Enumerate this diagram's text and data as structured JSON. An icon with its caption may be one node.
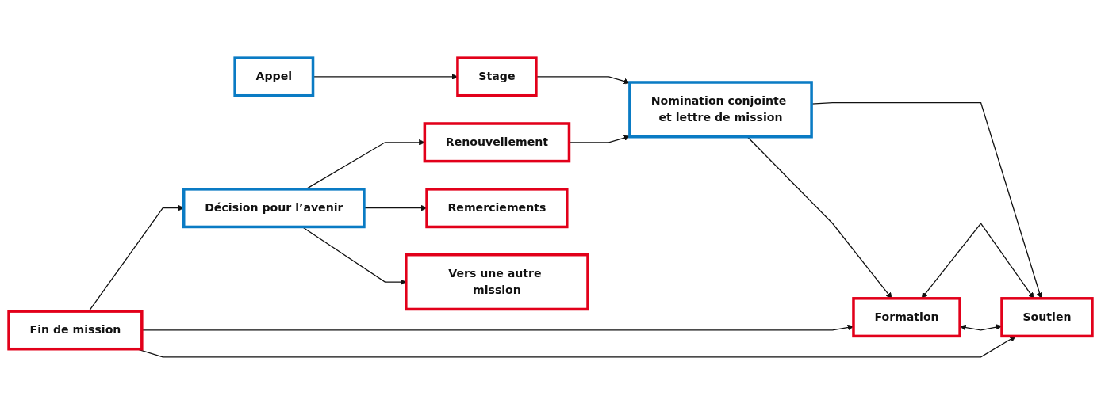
{
  "diagram": {
    "nodes": [
      {
        "text": [
          "Appel"
        ]
      },
      {
        "text": [
          "Stage"
        ]
      },
      {
        "text": [
          "Nomination conjointe et lettre de mission"
        ]
      },
      {
        "text": [
          "Formation"
        ]
      },
      {
        "text": [
          "Soutien"
        ]
      },
      {
        "text": [
          "Fin de mission"
        ]
      },
      {
        "text": [
          "Décision pour l’avenir"
        ]
      },
      {
        "text": [
          "Renouvellement"
        ]
      },
      {
        "text": [
          "Remerciements"
        ]
      },
      {
        "text": [
          "Vers une autre mission"
        ]
      }
    ],
    "edges": [
      {
        "from": 0,
        "to": 1,
        "arrow": "to"
      },
      {
        "from": 1,
        "to": 2,
        "arrow": "to"
      },
      {
        "from": 2,
        "to": 3,
        "arrow": "to"
      },
      {
        "from": 2,
        "to": 4,
        "arrow": "to"
      },
      {
        "from": 3,
        "to": 4,
        "arrow": "both"
      },
      {
        "from": 3,
        "to": 4,
        "arrow": "both"
      },
      {
        "from": 5,
        "to": 3,
        "arrow": "to"
      },
      {
        "from": 5,
        "to": 4,
        "arrow": "to"
      },
      {
        "from": 5,
        "to": 6,
        "arrow": "to"
      },
      {
        "from": 6,
        "to": 7,
        "arrow": "to"
      },
      {
        "from": 6,
        "to": 8,
        "arrow": "to"
      },
      {
        "from": 6,
        "to": 9,
        "arrow": "to"
      },
      {
        "from": 7,
        "to": 2,
        "arrow": "to"
      }
    ]
  }
}
